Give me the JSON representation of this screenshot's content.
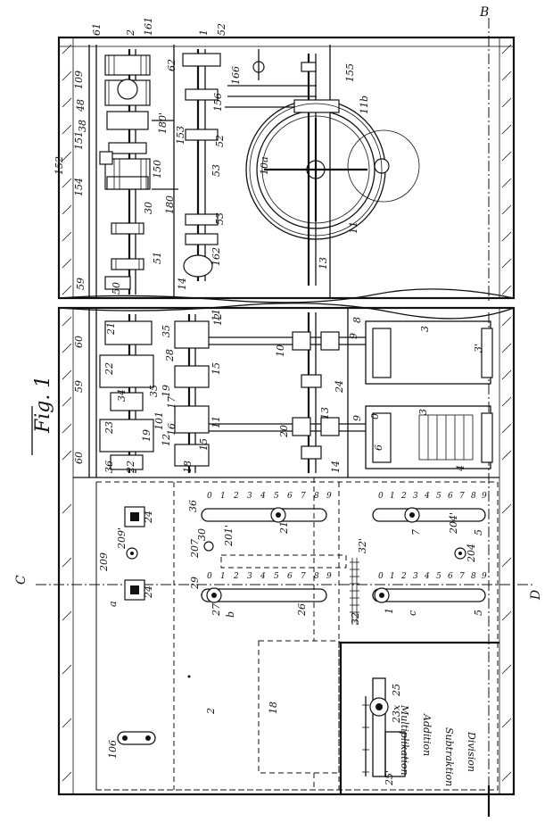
{
  "figure": {
    "title": "Fig. 1",
    "section_marks": {
      "b_top": "B",
      "b_bottom": "",
      "c": "C",
      "d": "D"
    },
    "operation_labels": [
      "Multiplikation",
      "Addition",
      "Subtraktion",
      "Division"
    ],
    "ref_numbers_upper": [
      "61",
      "2",
      "161",
      "1",
      "52",
      "109",
      "48",
      "62",
      "166",
      "155",
      "11b",
      "156",
      "38",
      "180'",
      "151",
      "153",
      "152",
      "150",
      "10a",
      "154",
      "52",
      "30",
      "180",
      "51",
      "53",
      "11",
      "162",
      "14",
      "50",
      "59",
      "13",
      "53"
    ],
    "ref_numbers_middle": [
      "60",
      "21",
      "35",
      "12",
      "8",
      "3",
      "22",
      "28",
      "15",
      "10",
      "9",
      "3'",
      "59",
      "34",
      "35",
      "17",
      "19",
      "24",
      "23",
      "101",
      "16",
      "20",
      "11",
      "13",
      "9",
      "0",
      "3",
      "60",
      "36",
      "22",
      "18",
      "12",
      "15",
      "11'",
      "14",
      "19",
      "6",
      "4"
    ],
    "ref_numbers_lower": [
      "209",
      "24",
      "36",
      "21",
      "209'",
      "207",
      "30",
      "204'",
      "201'",
      "204",
      "32'",
      "29",
      "24",
      "a",
      "32",
      "7",
      "27",
      "26",
      "b",
      "c",
      "5",
      "5",
      "1",
      "25",
      "2",
      "18",
      "23x",
      "106",
      "25'"
    ],
    "scale_ticks": [
      "0",
      "1",
      "2",
      "3",
      "4",
      "5",
      "6",
      "7",
      "8",
      "9"
    ]
  }
}
